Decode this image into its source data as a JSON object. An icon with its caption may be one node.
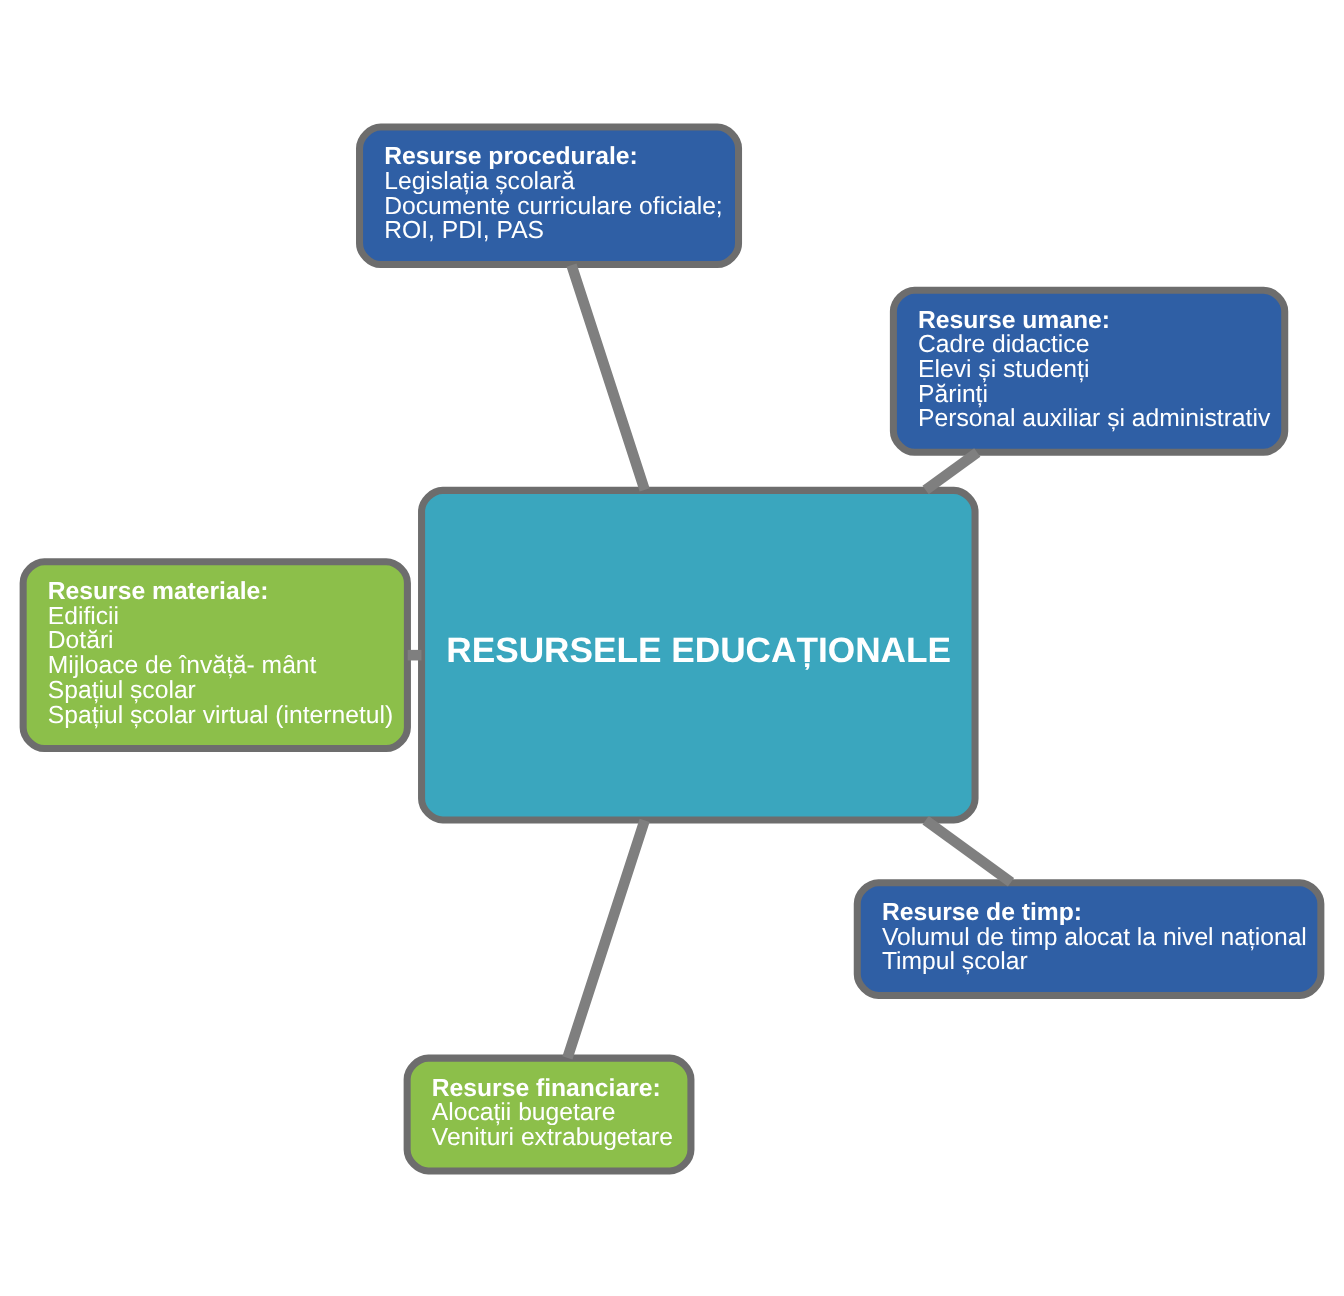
{
  "diagram": {
    "nodes": [
      {
        "text": [
          "Resurse umane:",
          "Cadre didactice",
          "Elevi și studenți",
          "Părinți",
          "Personal auxiliar și administrativ"
        ]
      },
      {
        "text": [
          "Resurse procedurale:",
          "Legislația școlară",
          "Documente curriculare oficiale;",
          "ROI, PDI, PAS"
        ]
      },
      {
        "text": [
          "Resurse materiale:",
          "Edificii",
          "Dotări",
          "Mijloace de învăță- mânt",
          "Spațiul școlar",
          "Spațiul școlar virtual (internetul)"
        ]
      },
      {
        "text": [
          "RESURSELE EDUCAȚIONALE"
        ]
      },
      {
        "text": [
          "Resurse financiare:",
          "Alocații bugetare",
          "Venituri extrabugetare"
        ]
      },
      {
        "text": [
          "Resurse de timp:",
          "Volumul de timp alocat la nivel național",
          "Timpul școlar"
        ]
      }
    ],
    "edges": [
      {
        "from": 3,
        "to": 0,
        "arrow": "none"
      },
      {
        "from": 3,
        "to": 1,
        "arrow": "none"
      },
      {
        "from": 3,
        "to": 2,
        "arrow": "none"
      },
      {
        "from": 3,
        "to": 4,
        "arrow": "none"
      },
      {
        "from": 3,
        "to": 5,
        "arrow": "none"
      }
    ]
  }
}
